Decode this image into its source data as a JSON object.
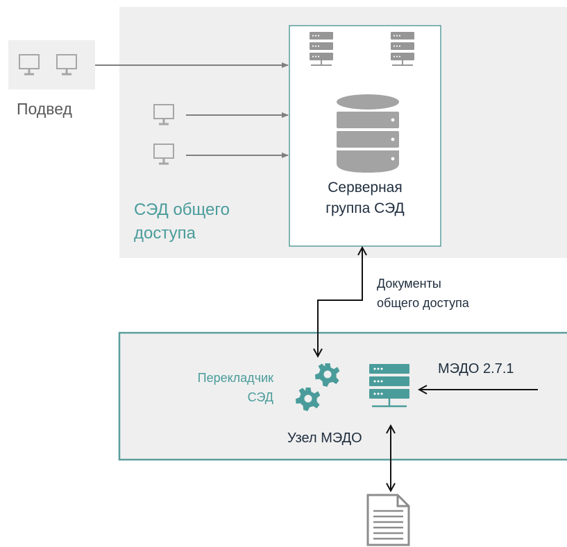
{
  "labels": {
    "podved": "Подвед",
    "sed_public_line1": "СЭД общего",
    "sed_public_line2": "доступа",
    "server_group_line1": "Серверная",
    "server_group_line2": "группа СЭД",
    "documents_line1": "Документы",
    "documents_line2": "общего доступа",
    "translator_line1": "Перекладчик",
    "translator_line2": "СЭД",
    "medo_node": "Узел МЭДО",
    "medo_version": "МЭДО 2.7.1"
  },
  "colors": {
    "zone_background": "#efefef",
    "accent_teal": "#4a9c9b",
    "node_border": "#5a9e9d",
    "icon_gray": "#a6a6a6",
    "server_gray": "#969696",
    "arrow_gray": "#7f7f7f",
    "text_dark": "#1f2d3d"
  },
  "icons": [
    "monitor-icon",
    "server-rack-icon",
    "database-icon",
    "gear-icon",
    "document-icon"
  ]
}
